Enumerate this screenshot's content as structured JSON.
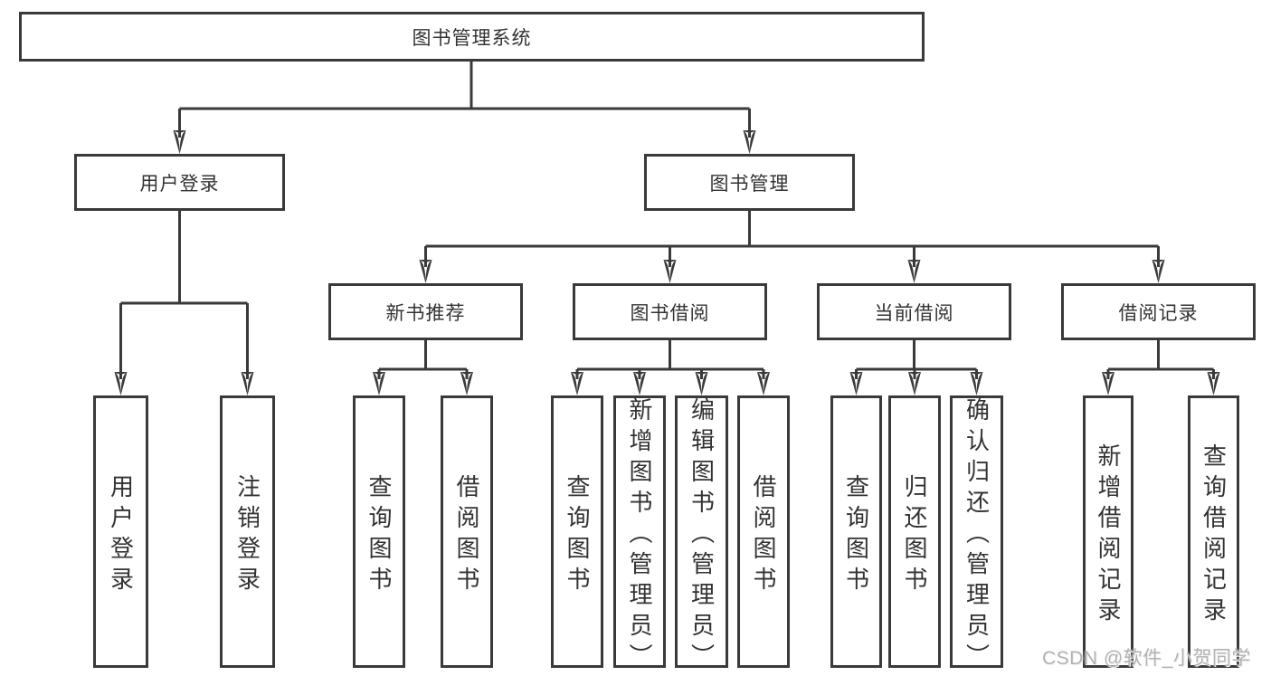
{
  "colors": {
    "line": "#3a3a3a",
    "box_border": "#3a3a3a",
    "text": "#333333",
    "background": "#ffffff",
    "watermark": "#b2b2b2"
  },
  "diagram": {
    "root": {
      "label": "图书管理系统"
    },
    "level2": {
      "user_login": {
        "label": "用户登录"
      },
      "book_mgmt": {
        "label": "图书管理"
      }
    },
    "level3": {
      "new_book_recommend": {
        "label": "新书推荐"
      },
      "book_borrow": {
        "label": "图书借阅"
      },
      "current_borrow": {
        "label": "当前借阅"
      },
      "borrow_records": {
        "label": "借阅记录"
      }
    },
    "leaves": {
      "user_login": {
        "label": "用户登录"
      },
      "logout": {
        "label": "注销登录"
      },
      "nb_query_books": {
        "label": "查询图书"
      },
      "nb_borrow_books": {
        "label": "借阅图书"
      },
      "bb_query_books": {
        "label": "查询图书"
      },
      "bb_add_books": {
        "label": "新增图书（管理员）"
      },
      "bb_edit_books": {
        "label": "编辑图书（管理员）"
      },
      "bb_borrow_books": {
        "label": "借阅图书"
      },
      "cb_query_books": {
        "label": "查询图书"
      },
      "cb_return_books": {
        "label": "归还图书"
      },
      "cb_confirm_return": {
        "label": "确认归还（管理员）"
      },
      "br_add_record": {
        "label": "新增借阅记录"
      },
      "br_query_record": {
        "label": "查询借阅记录"
      }
    }
  },
  "watermark": {
    "text": "CSDN @软件_小贺同学"
  }
}
